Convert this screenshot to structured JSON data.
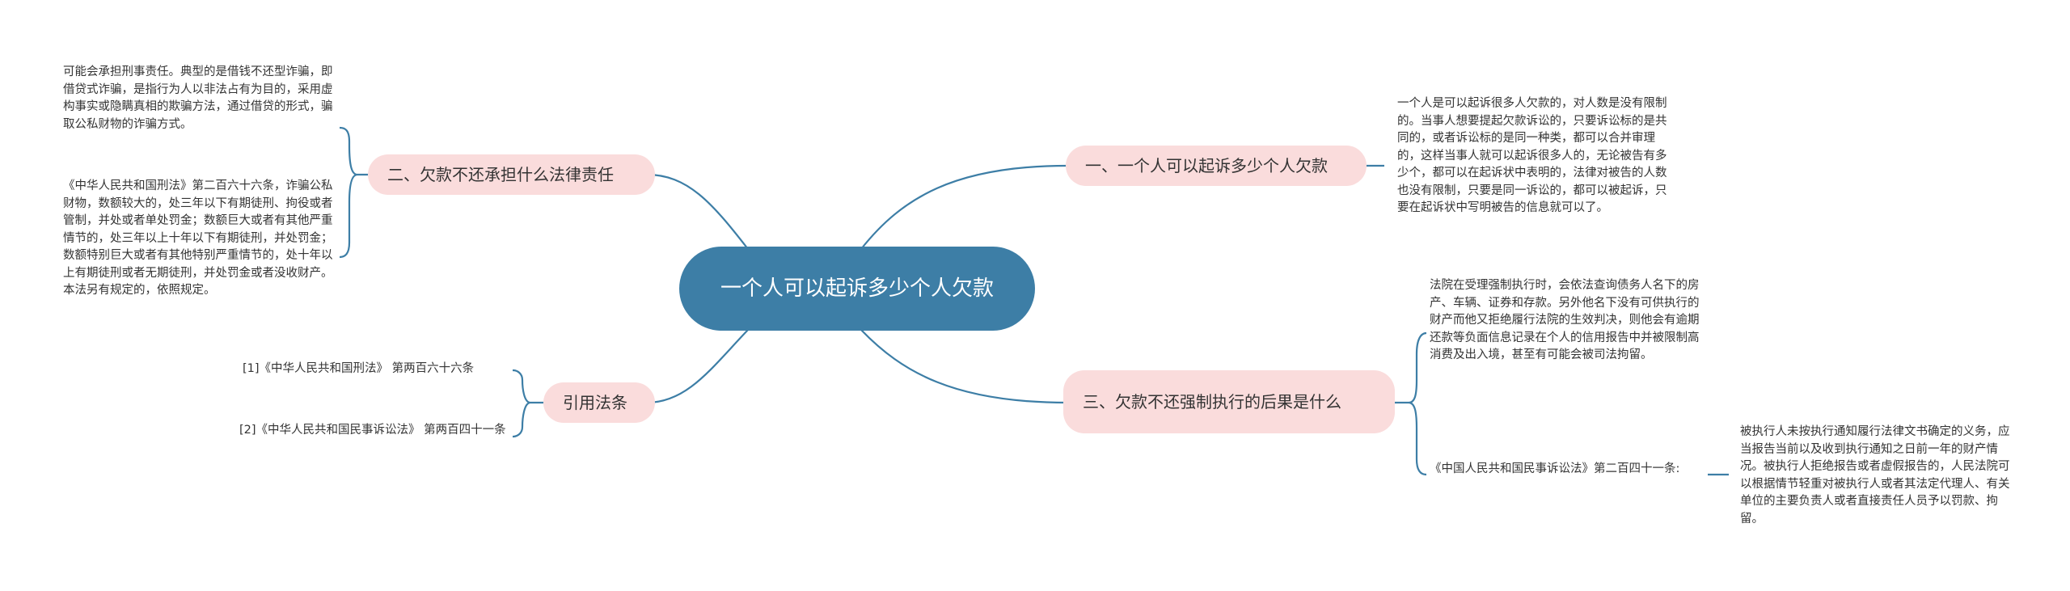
{
  "root": {
    "title": "一个人可以起诉多少个人欠款"
  },
  "branches": {
    "b1": {
      "label": "一、一个人可以起诉多少个人欠款",
      "text": "一个人是可以起诉很多人欠款的，对人数是没有限制的。当事人想要提起欠款诉讼的，只要诉讼标的是共同的，或者诉讼标的是同一种类，都可以合并审理的，这样当事人就可以起诉很多人的，无论被告有多少个，都可以在起诉状中表明的，法律对被告的人数也没有限制，只要是同一诉讼的，都可以被起诉，只要在起诉状中写明被告的信息就可以了。"
    },
    "b2": {
      "label": "二、欠款不还承担什么法律责任",
      "text_1": "可能会承担刑事责任。典型的是借钱不还型诈骗，即借贷式诈骗，是指行为人以非法占有为目的，采用虚构事实或隐瞒真相的欺骗方法，通过借贷的形式，骗取公私财物的诈骗方式。",
      "text_2": "《中华人民共和国刑法》第二百六十六条，诈骗公私财物，数额较大的，处三年以下有期徒刑、拘役或者管制，并处或者单处罚金；数额巨大或者有其他严重情节的，处三年以上十年以下有期徒刑，并处罚金；数额特别巨大或者有其他特别严重情节的，处十年以上有期徒刑或者无期徒刑，并处罚金或者没收财产。本法另有规定的，依照规定。"
    },
    "b3": {
      "label": "三、欠款不还强制执行的后果是什么",
      "text_1": "法院在受理强制执行时，会依法查询债务人名下的房产、车辆、证券和存款。另外他名下没有可供执行的财产而他又拒绝履行法院的生效判决，则他会有逾期还款等负面信息记录在个人的信用报告中并被限制高消费及出入境，甚至有可能会被司法拘留。",
      "law_ref": "《中国人民共和国民事诉讼法》第二百四十一条:",
      "law_text": "被执行人未按执行通知履行法律文书确定的义务，应当报告当前以及收到执行通知之日前一年的财产情况。被执行人拒绝报告或者虚假报告的，人民法院可以根据情节轻重对被执行人或者其法定代理人、有关单位的主要负责人或者直接责任人员予以罚款、拘留。"
    },
    "b4": {
      "label": "引用法条",
      "ref_1": "[1]《中华人民共和国刑法》 第两百六十六条",
      "ref_2": "[2]《中华人民共和国民事诉讼法》 第两百四十一条"
    }
  },
  "colors": {
    "root_fill": "#3d7ea6",
    "branch_fill": "#fadcdc",
    "connector": "#3d7ea6",
    "text": "#333333"
  }
}
